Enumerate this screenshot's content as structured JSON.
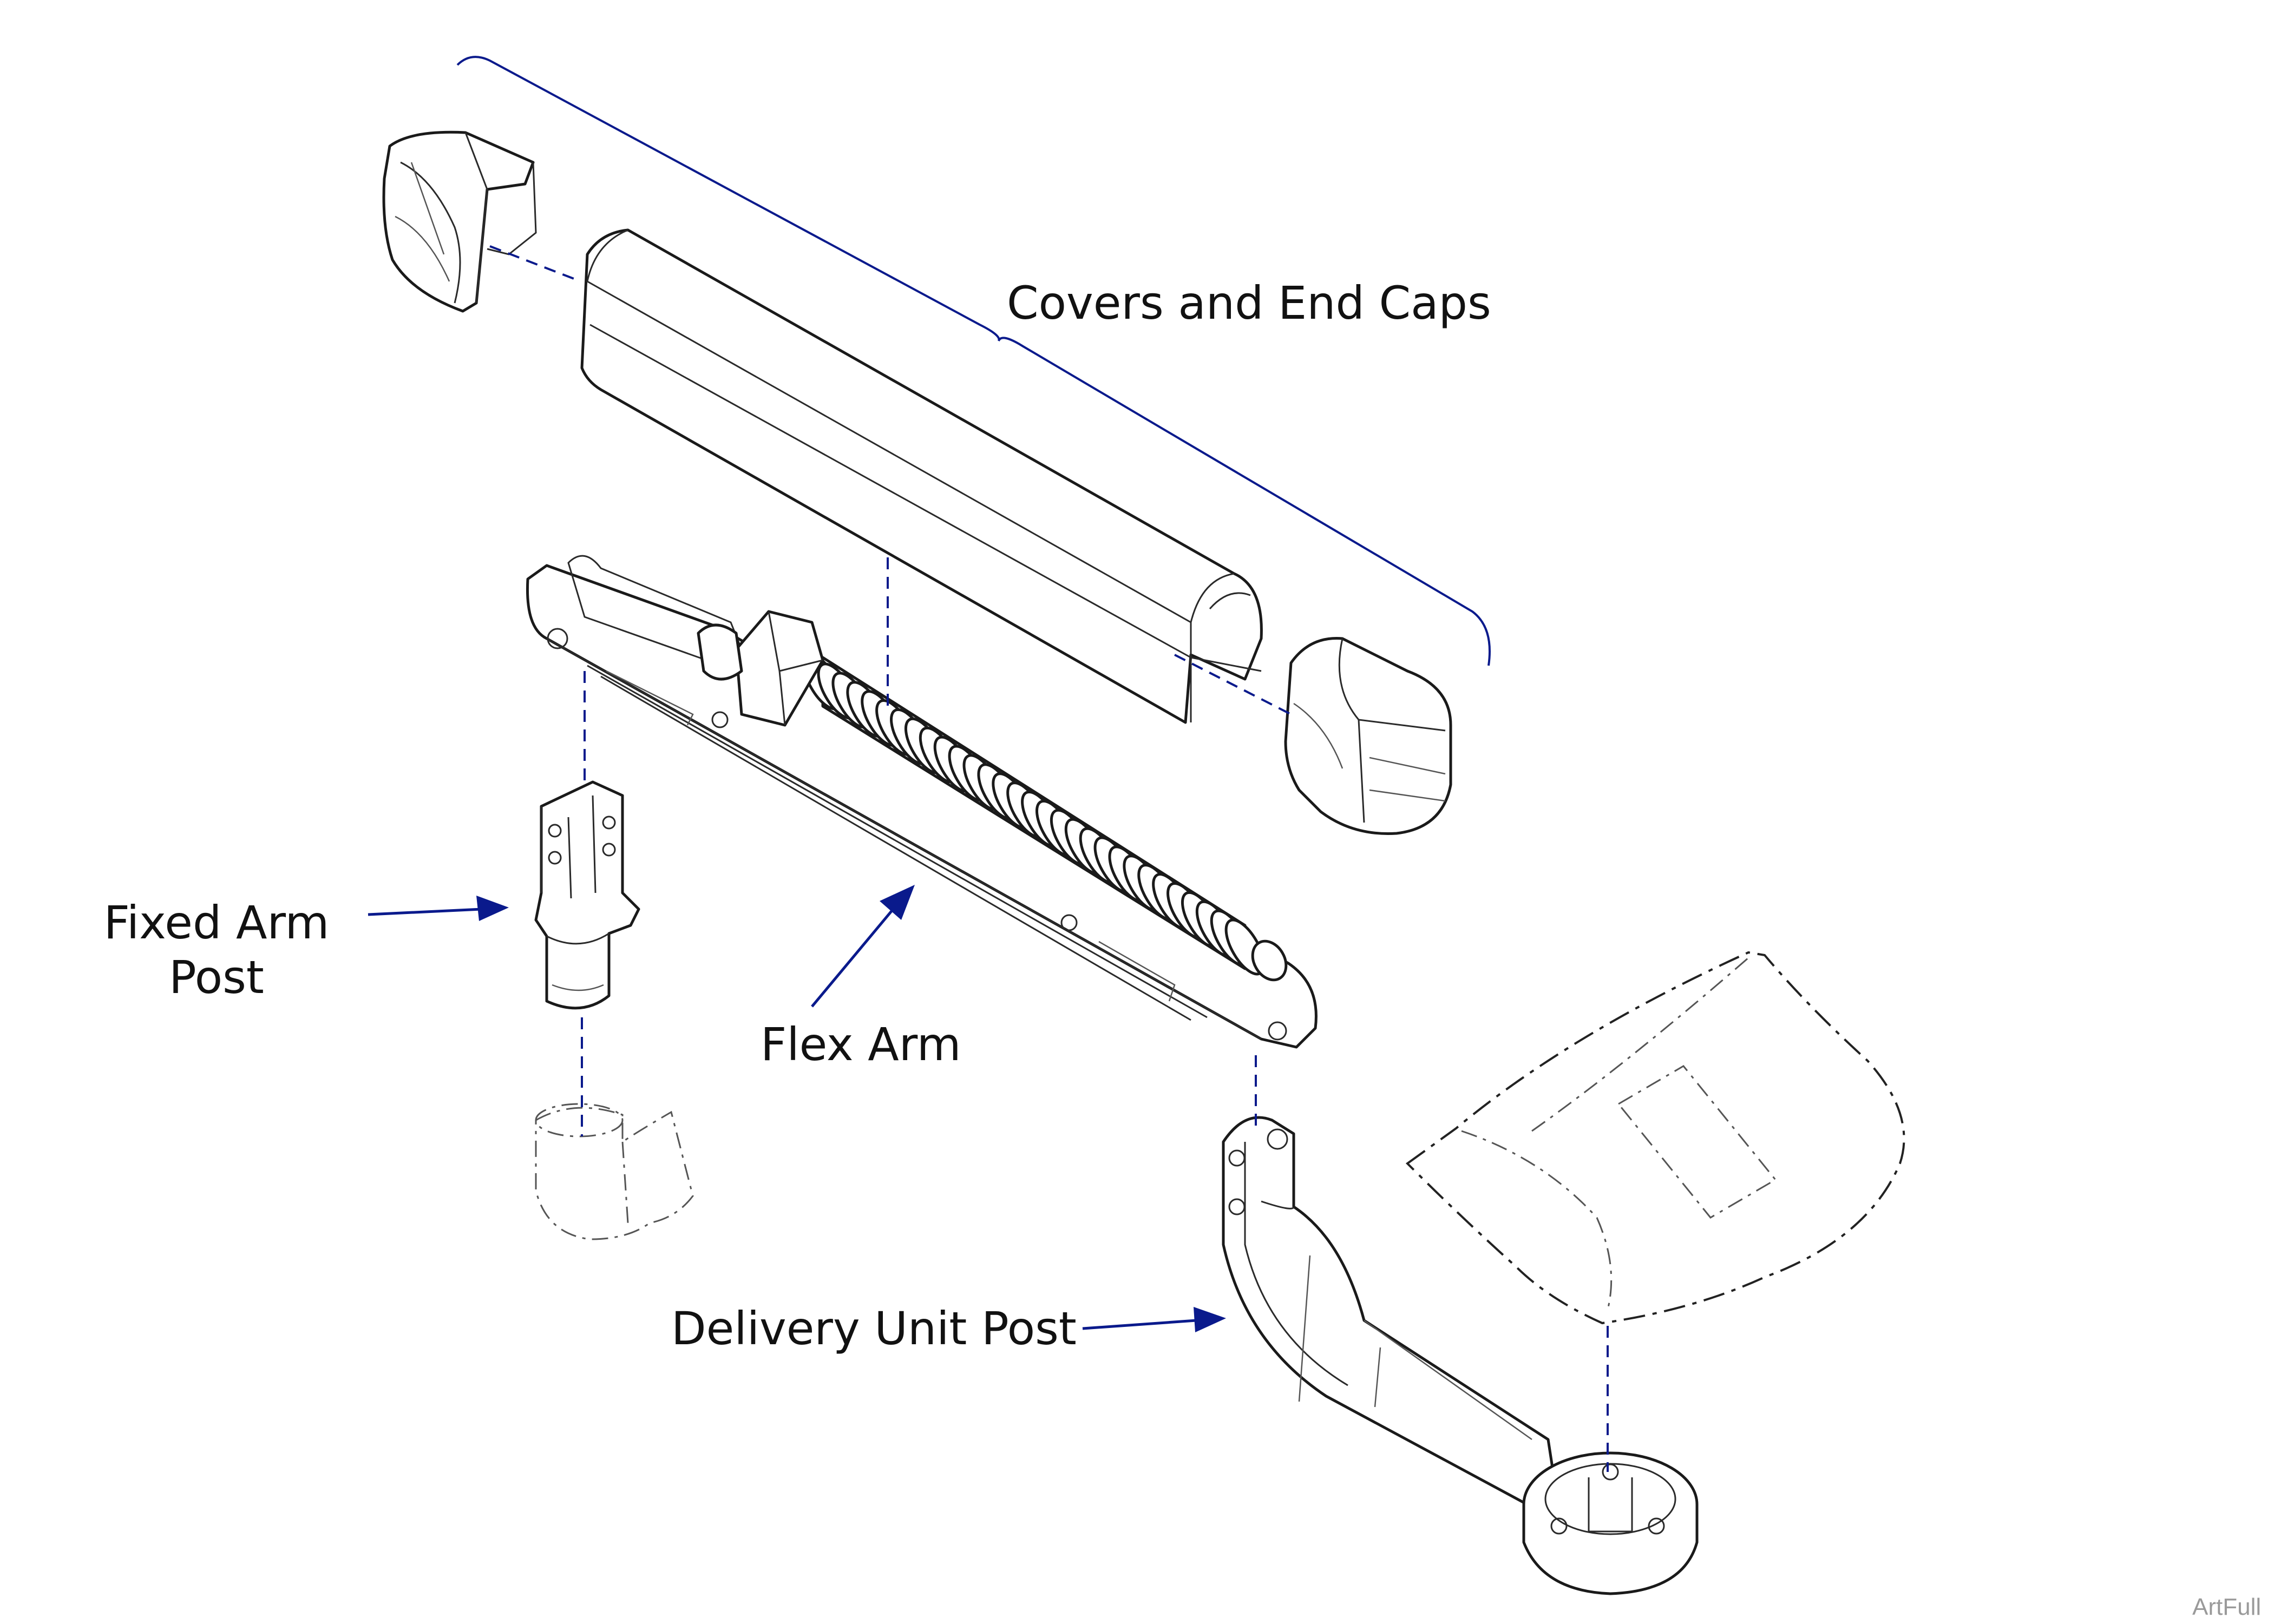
{
  "labels": {
    "covers": "Covers and End Caps",
    "fixed_arm_post_line1": "Fixed Arm",
    "fixed_arm_post_line2": "Post",
    "flex_arm": "Flex Arm",
    "delivery_unit_post": "Delivery Unit Post"
  },
  "watermark": "ArtFull",
  "colors": {
    "leader": "#0a1a8c",
    "linework": "#1a1a1a"
  }
}
